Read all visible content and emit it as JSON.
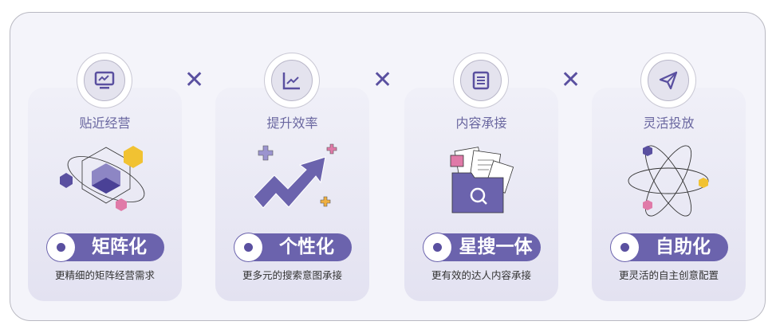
{
  "colors": {
    "accent": "#6b63ad",
    "x": "#5a50a0",
    "title": "#6a67a0"
  },
  "separator": "✕",
  "cards": [
    {
      "icon": "monitor-chart-icon",
      "title": "贴近经营",
      "badge": "矩阵化",
      "desc": "更精细的矩阵经营需求"
    },
    {
      "icon": "line-chart-icon",
      "title": "提升效率",
      "badge": "个性化",
      "desc": "更多元的搜索意图承接"
    },
    {
      "icon": "list-document-icon",
      "title": "内容承接",
      "badge": "星搜一体",
      "desc": "更有效的达人内容承接"
    },
    {
      "icon": "paper-plane-icon",
      "title": "灵活投放",
      "badge": "自助化",
      "desc": "更灵活的自主创意配置"
    }
  ]
}
